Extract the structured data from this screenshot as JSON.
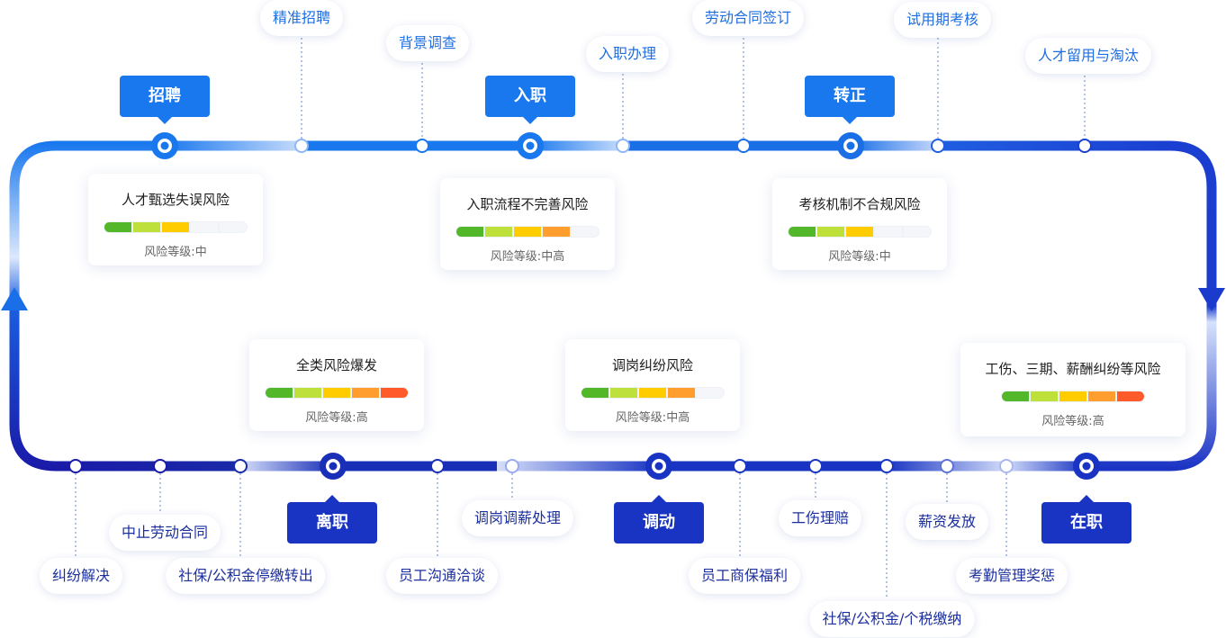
{
  "colors": {
    "top_light": "#bcd3fb",
    "top_main": "#1a78ee",
    "bottom_main": "#1934c2",
    "bottom_dark": "#1a1aa8",
    "dotted": "#7f9bd6"
  },
  "stages": {
    "recruit": "招聘",
    "onboard": "入职",
    "regular": "转正",
    "employed": "在职",
    "transfer": "调动",
    "leave": "离职"
  },
  "top_nodes": {
    "precise_recruit": "精准招聘",
    "background_check": "背景调查",
    "onboarding_process": "入职办理",
    "contract_signing": "劳动合同签订",
    "probation_review": "试用期考核",
    "retention": "人才留用与淘汰"
  },
  "bottom_nodes": {
    "dispute_resolve": "纠纷解决",
    "terminate_contract": "中止劳动合同",
    "social_transfer": "社保/公积金停缴转出",
    "staff_talk": "员工沟通洽谈",
    "transfer_salary": "调岗调薪处理",
    "commercial_insurance": "员工商保福利",
    "injury_claim": "工伤理赔",
    "social_tax": "社保/公积金/个税缴纳",
    "salary_pay": "薪资发放",
    "attendance": "考勤管理奖惩"
  },
  "risks": {
    "level_prefix": "风险等级:",
    "talent_selection": {
      "title": "人才甄选失误风险",
      "level": "中",
      "filled": 3
    },
    "onboard_flow": {
      "title": "入职流程不完善风险",
      "level": "中高",
      "filled": 4
    },
    "assessment": {
      "title": "考核机制不合规风险",
      "level": "中",
      "filled": 3
    },
    "all_risk": {
      "title": "全类风险爆发",
      "level": "高",
      "filled": 5
    },
    "transfer_dispute": {
      "title": "调岗纠纷风险",
      "level": "中高",
      "filled": 4
    },
    "injury_dispute": {
      "title": "工伤、三期、薪酬纠纷等风险",
      "level": "高",
      "filled": 5
    }
  }
}
